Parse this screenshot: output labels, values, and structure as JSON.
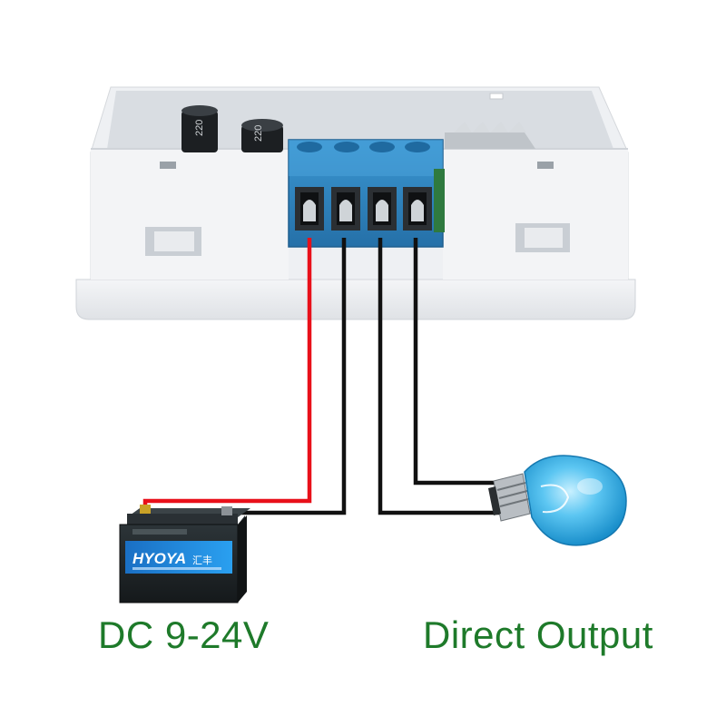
{
  "labels": {
    "power_input": "DC 9-24V",
    "output": "Direct Output"
  },
  "module": {
    "capacitor_print": "220"
  },
  "battery": {
    "brand": "HYOYA",
    "brand_cn": "汇丰"
  },
  "colors": {
    "wire_positive": "#e8101a",
    "wire_negative": "#111111",
    "terminal_block": "#2f86bf",
    "module_housing": "#eceef1",
    "caption_green": "#1e7a2a",
    "battery_body": "#1d2326",
    "battery_label": "#1d7fd6",
    "bulb_glass": "#3fb2ea"
  },
  "icons": [
    "terminal-screw-icon",
    "battery-icon",
    "light-bulb-icon",
    "capacitor-icon",
    "heatsink-icon"
  ]
}
